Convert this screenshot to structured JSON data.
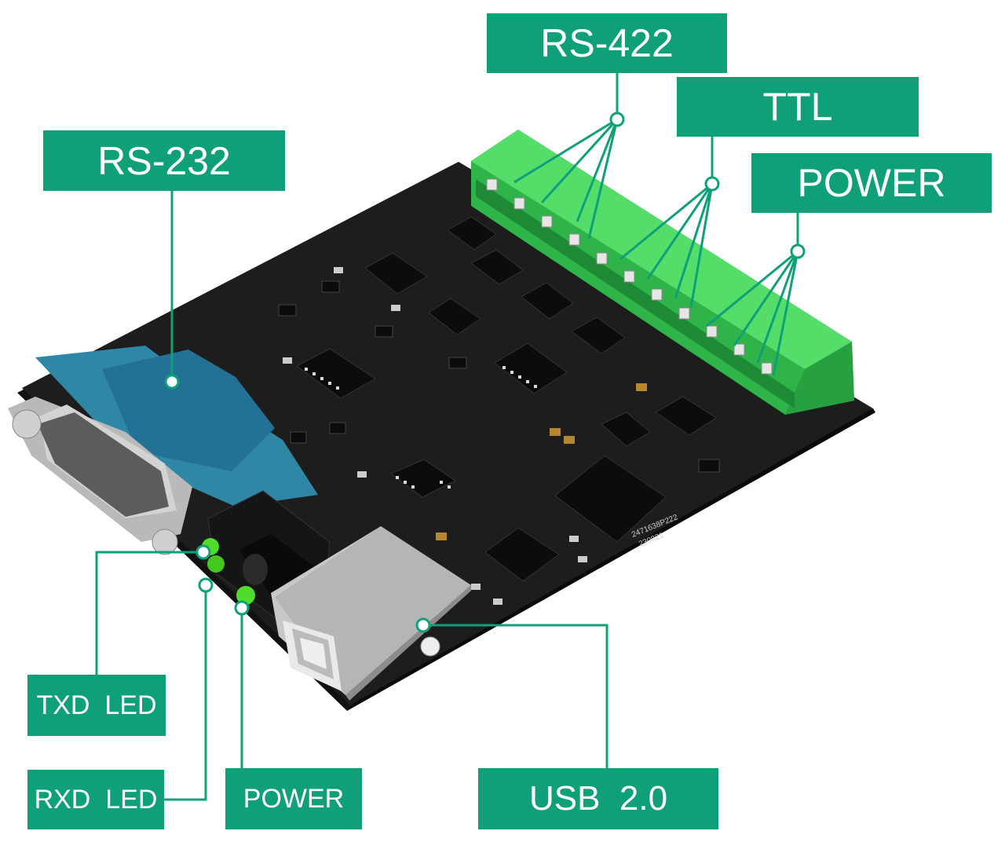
{
  "labels": {
    "rs422": "RS-422",
    "ttl": "TTL",
    "power_top": "POWER",
    "rs232": "RS-232",
    "txd_led": "TXD  LED",
    "rxd_led": "RXD  LED",
    "power_bottom": "POWER",
    "usb": "USB  2.0"
  },
  "board_markings": {
    "chip_code": "2471638P222",
    "chip_date": "230821"
  },
  "colors": {
    "accent": "#0fa07a",
    "pcb": "#1b1b1b",
    "terminal_green": "#3fcf54",
    "db9_blue": "#2f87a6"
  }
}
